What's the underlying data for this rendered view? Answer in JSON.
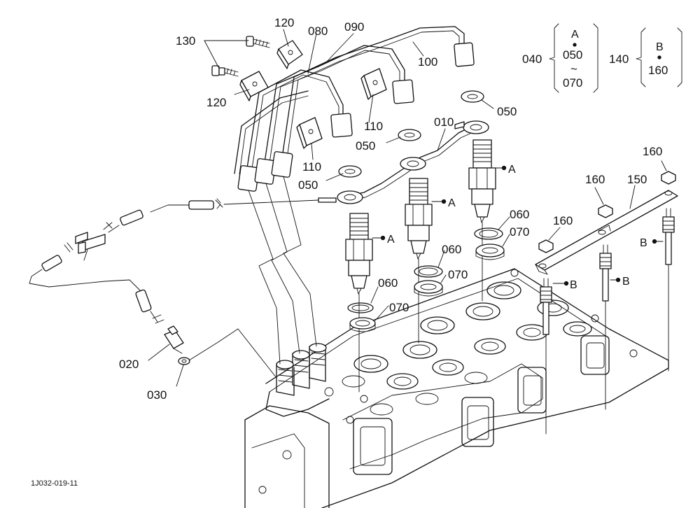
{
  "callouts": {
    "c010": "010",
    "c020": "020",
    "c030": "030",
    "c040": "040",
    "c050a": "050",
    "c050b": "050",
    "c050c": "050",
    "c060a": "060",
    "c060b": "060",
    "c060c": "060",
    "c070a": "070",
    "c070b": "070",
    "c070c": "070",
    "c080": "080",
    "c090": "090",
    "c100": "100",
    "c110a": "110",
    "c110b": "110",
    "c120a": "120",
    "c120b": "120",
    "c130": "130",
    "c140": "140",
    "c150": "150",
    "c160a": "160",
    "c160b": "160",
    "c160c": "160"
  },
  "marks": {
    "a1": "A",
    "a2": "A",
    "a3": "A",
    "b1": "B",
    "b2": "B",
    "b3": "B"
  },
  "legend": {
    "group_a": {
      "number": "040",
      "letter": "A",
      "start": "050",
      "range_sign": "~",
      "end": "070"
    },
    "group_b": {
      "number": "140",
      "letter": "B",
      "item": "160"
    }
  },
  "figure_code": "1J032-019-11"
}
